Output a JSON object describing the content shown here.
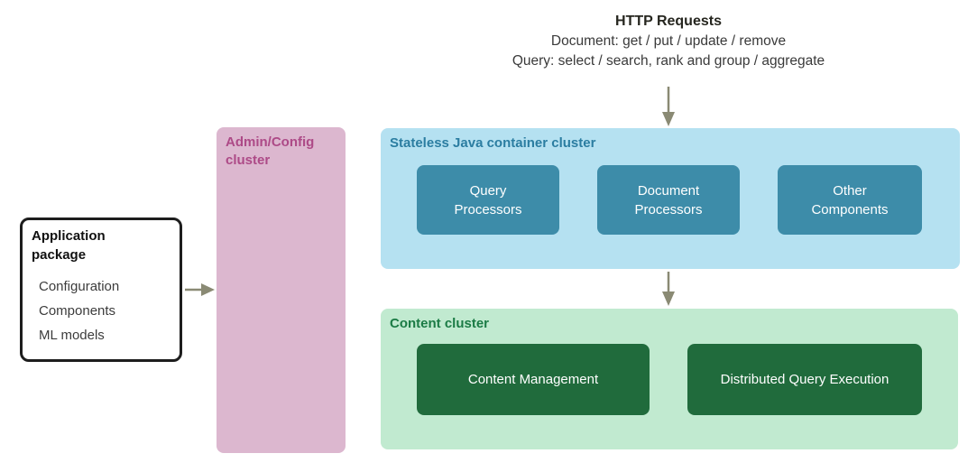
{
  "header": {
    "title": "HTTP Requests",
    "doc_line": "Document: get / put / update / remove",
    "query_line": "Query: select / search, rank and group / aggregate"
  },
  "app_package": {
    "title": "Application package",
    "items": [
      "Configuration",
      "Components",
      "ML models"
    ]
  },
  "admin_cluster": {
    "title": "Admin/Config cluster"
  },
  "container_cluster": {
    "title": "Stateless Java container cluster",
    "nodes": [
      [
        "Query",
        "Processors"
      ],
      [
        "Document",
        "Processors"
      ],
      [
        "Other",
        "Components"
      ]
    ]
  },
  "content_cluster": {
    "title": "Content cluster",
    "nodes": [
      [
        "Content Management"
      ],
      [
        "Distributed Query Execution"
      ]
    ]
  },
  "colors": {
    "container_bg": "#b5e1f1",
    "container_title": "#2b7da1",
    "container_node": "#3d8ca9",
    "content_bg": "#c1ead0",
    "content_title": "#1b7b45",
    "content_node": "#206b3c",
    "admin_bg": "#dcb7cf",
    "admin_title": "#ad4a87",
    "arrow": "#8a8a74"
  }
}
